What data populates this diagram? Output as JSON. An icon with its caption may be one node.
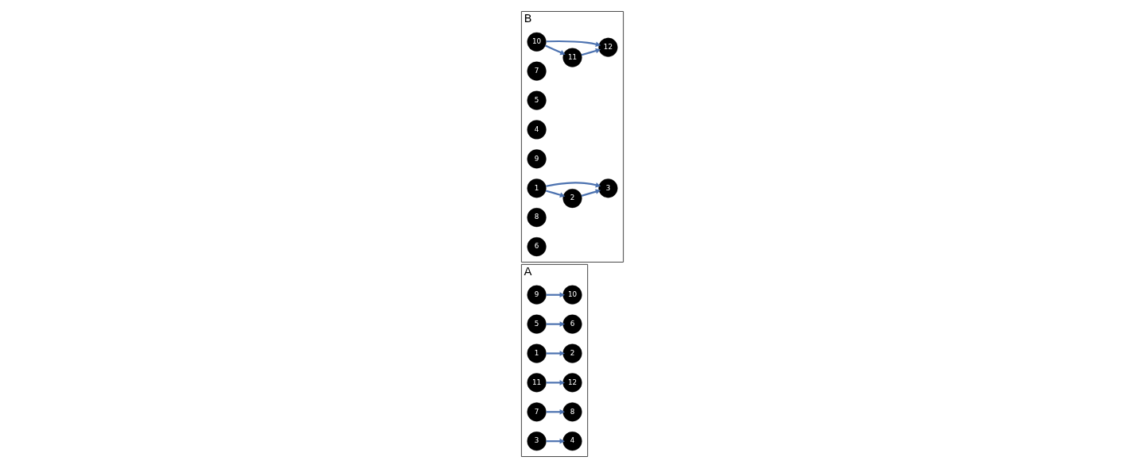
{
  "diagram": {
    "nodes": [
      {
        "text": [
          "A"
        ]
      },
      {
        "text": [
          "10"
        ],
        "in": 0
      },
      {
        "text": [
          "6"
        ],
        "in": 0
      },
      {
        "text": [
          "9"
        ],
        "in": 0
      },
      {
        "text": [
          "5"
        ],
        "in": 0
      },
      {
        "text": [
          "2"
        ],
        "in": 0
      },
      {
        "text": [
          "12"
        ],
        "in": 0
      },
      {
        "text": [
          "1"
        ],
        "in": 0
      },
      {
        "text": [
          "11"
        ],
        "in": 0
      },
      {
        "text": [
          "8"
        ],
        "in": 0
      },
      {
        "text": [
          "4"
        ],
        "in": 0
      },
      {
        "text": [
          "7"
        ],
        "in": 0
      },
      {
        "text": [
          "3"
        ],
        "in": 0
      },
      {
        "text": [
          "B"
        ]
      },
      {
        "text": [
          "10"
        ],
        "in": 13
      },
      {
        "text": [
          "7"
        ],
        "in": 13
      },
      {
        "text": [
          "5"
        ],
        "in": 13
      },
      {
        "text": [
          "11"
        ],
        "in": 13
      },
      {
        "text": [
          "12"
        ],
        "in": 13
      },
      {
        "text": [
          "4"
        ],
        "in": 13
      },
      {
        "text": [
          "9"
        ],
        "in": 13
      },
      {
        "text": [
          "1"
        ],
        "in": 13
      },
      {
        "text": [
          "2"
        ],
        "in": 13
      },
      {
        "text": [
          "8"
        ],
        "in": 13
      },
      {
        "text": [
          "6"
        ],
        "in": 13
      },
      {
        "text": [
          "3"
        ],
        "in": 13
      }
    ],
    "edges": [
      {
        "from": 3,
        "to": 1,
        "arrow": "to"
      },
      {
        "from": 4,
        "to": 2,
        "arrow": "to"
      },
      {
        "from": 7,
        "to": 5,
        "arrow": "to"
      },
      {
        "from": 8,
        "to": 6,
        "arrow": "to"
      },
      {
        "from": 11,
        "to": 9,
        "arrow": "to"
      },
      {
        "from": 12,
        "to": 10,
        "arrow": "to"
      },
      {
        "from": 14,
        "to": 17,
        "arrow": "to"
      },
      {
        "from": 14,
        "to": 18,
        "arrow": "to"
      },
      {
        "from": 17,
        "to": 18,
        "arrow": "to"
      },
      {
        "from": 21,
        "to": 22,
        "arrow": "to"
      },
      {
        "from": 21,
        "to": 25,
        "arrow": "to"
      },
      {
        "from": 22,
        "to": 25,
        "arrow": "to"
      }
    ]
  }
}
